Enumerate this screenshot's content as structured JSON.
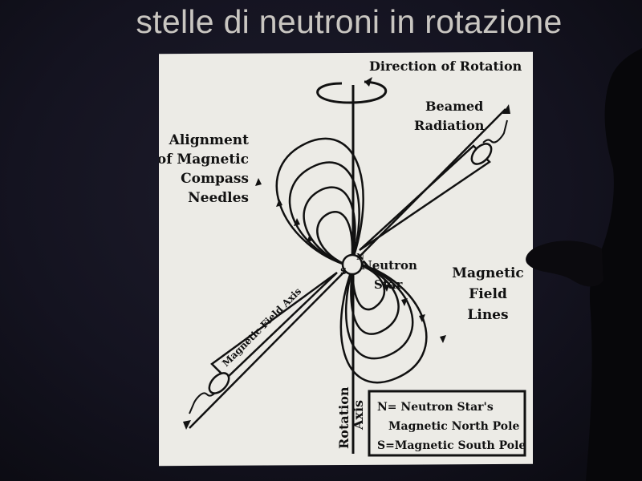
{
  "slide": {
    "title": "stelle di neutroni in rotazione"
  },
  "diagram": {
    "rotation_direction_label": "Direction of Rotation",
    "beamed_radiation_label": [
      "Beamed",
      "Radiation"
    ],
    "compass_label": [
      "Alignment",
      "of Magnetic",
      "Compass",
      "Needles"
    ],
    "star_label": [
      "Neutron",
      "Star"
    ],
    "north_pole_letter": "N",
    "south_pole_letter": "S",
    "field_lines_label": [
      "Magnetic",
      "Field",
      "Lines"
    ],
    "magnetic_axis_label": "Magnetic Field Axis",
    "rotation_axis_label": [
      "Rotation",
      "Axis"
    ],
    "legend": [
      "N= Neutron Star's",
      "Magnetic North Pole",
      "S=Magnetic South Pole"
    ]
  },
  "colors": {
    "background": "#0e0d14",
    "title_text": "#c9c6c1",
    "panel": "#ecebe6",
    "ink": "#111111"
  }
}
